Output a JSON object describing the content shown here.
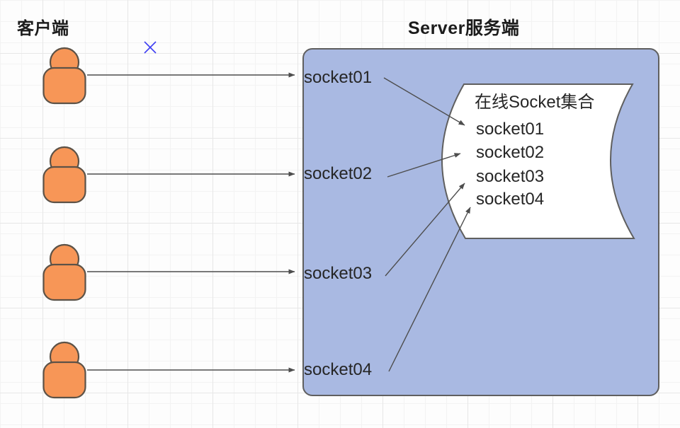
{
  "titles": {
    "client_side": "客户端",
    "server_side": "Server服务端"
  },
  "clients": {
    "count": 4,
    "icon": "person-icon",
    "fill": "#f79657",
    "stroke": "#5c5247"
  },
  "server_box": {
    "fill": "#a9b9e2",
    "stroke": "#5f5f5f",
    "socket_labels": [
      "socket01",
      "socket02",
      "socket03",
      "socket04"
    ]
  },
  "socket_collection": {
    "title": "在线Socket集合",
    "items": [
      "socket01",
      "socket02",
      "socket03",
      "socket04"
    ],
    "fill": "#ffffff",
    "stroke": "#5f5f5f"
  },
  "connectors": {
    "color": "#4d4d4d",
    "client_to_server_count": 4,
    "label_to_collection_count": 4
  },
  "annotations": {
    "x_mark_color": "#3e3ef2"
  },
  "canvas": {
    "grid_minor_color": "#f3f3f3",
    "grid_major_color": "#e7e7e7"
  }
}
